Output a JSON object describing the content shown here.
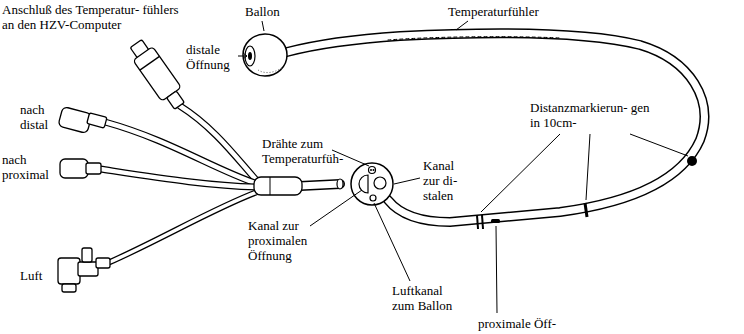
{
  "diagram": {
    "labels": [
      "Anschluß des Temperatur- fühlers an den HZV-Computer",
      "Ballon",
      "Temperaturfühler",
      "distale Öffnung",
      "nach distal",
      "nach proximal",
      "Drähte zum Temperaturfüh-",
      "Kanal zur di- stalen",
      "Distanzmarkierun- gen in 10cm-",
      "Luft",
      "Kanal zur proximalen Öffnung",
      "Luftkanal zum Ballon",
      "proximale Öff-"
    ]
  }
}
